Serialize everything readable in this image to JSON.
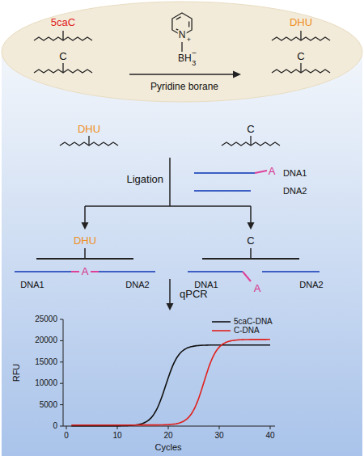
{
  "diagram": {
    "labels": [
      "5caC",
      "C",
      "N",
      "+",
      "BH",
      "3",
      "−",
      "DHU",
      "C",
      "Pyridine borane",
      "DHU",
      "C",
      "Ligation",
      "A",
      "DNA1",
      "DNA2",
      "DHU",
      "A",
      "DNA1",
      "DNA2",
      "C",
      "A",
      "DNA1",
      "DNA2",
      "qPCR",
      "25000",
      "20000",
      "15000",
      "10000",
      "5000",
      "0",
      "RFU",
      "0",
      "10",
      "20",
      "30",
      "40",
      "Cycles"
    ],
    "legend": [
      {
        "text": "5caC-DNA"
      },
      {
        "text": "C-DNA"
      }
    ]
  }
}
